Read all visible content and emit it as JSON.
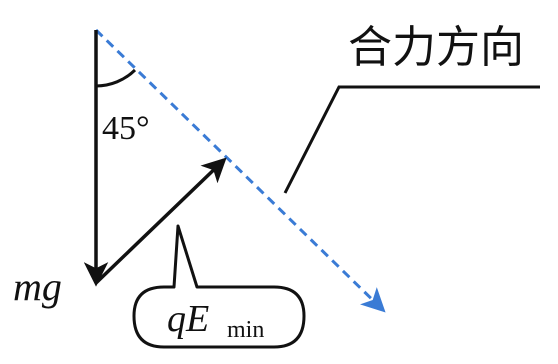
{
  "labels": {
    "angle": "45°",
    "gravity_main": "mg",
    "field_force_main": "qE",
    "field_force_sub": "min",
    "resultant_direction": "合力方向"
  },
  "colors": {
    "ink": "#111111",
    "resultant": "#3a7bd5"
  }
}
